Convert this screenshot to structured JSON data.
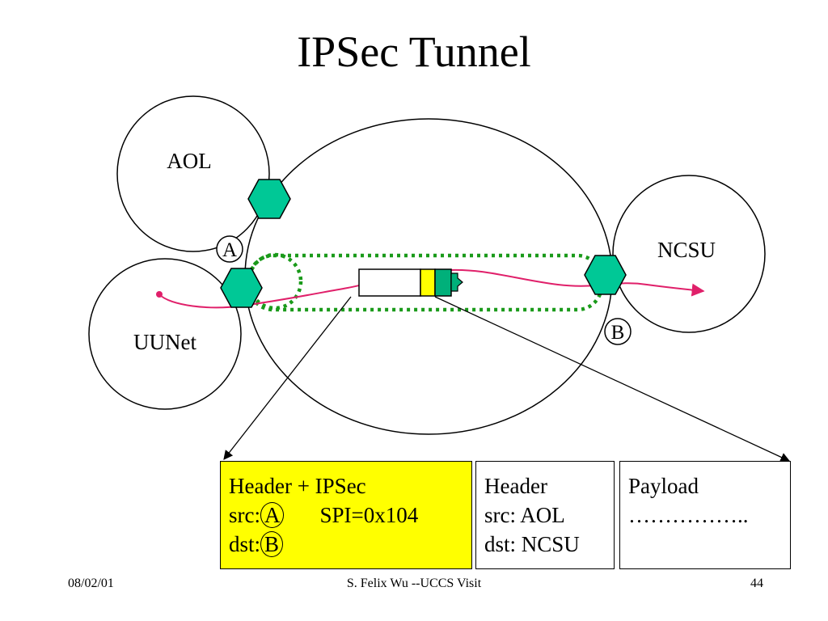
{
  "title": "IPSec Tunnel",
  "networks": {
    "aol": "AOL",
    "uunet": "UUNet",
    "ncsu": "NCSU"
  },
  "endpoints": {
    "a": "A",
    "b": "B"
  },
  "packet_boxes": {
    "ipsec": {
      "line1": "Header + IPSec",
      "src_label": "src:",
      "src_value": "A",
      "spi": "SPI=0x104",
      "dst_label": "dst:",
      "dst_value": "B"
    },
    "header": {
      "line1": "Header",
      "line2": "src: AOL",
      "line3": "dst: NCSU"
    },
    "payload": {
      "line1": "Payload",
      "line2": "……………..",
      "line3": ""
    }
  },
  "footer": {
    "date": "08/02/01",
    "center": "S. Felix Wu --UCCS Visit",
    "page": "44"
  },
  "colors": {
    "gateway": "#00c896",
    "tunnel": "#1a9a1a",
    "path": "#e0206a",
    "ipsec_highlight": "#ffff00",
    "packet_header": "#00b07a"
  }
}
